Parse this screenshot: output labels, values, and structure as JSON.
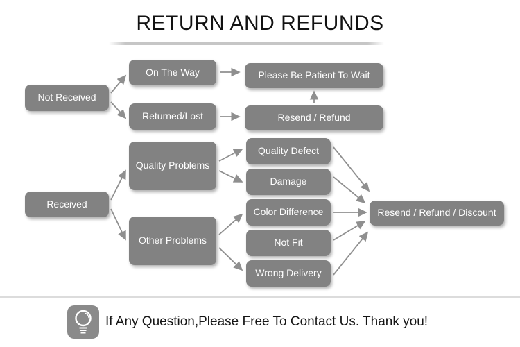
{
  "title": "RETURN AND REFUNDS",
  "colors": {
    "node_bg": "#828282",
    "node_text": "#ffffff",
    "arrow": "#8f8f8f",
    "divider": "#dcdcdc",
    "title_text": "#121212"
  },
  "flowchart": {
    "nodes": {
      "not_received": "Not Received",
      "on_the_way": "On The Way",
      "returned_lost": "Returned/Lost",
      "please_wait": "Please Be Patient To Wait",
      "resend_refund": "Resend / Refund",
      "received": "Received",
      "quality_problems": "Quality Problems",
      "other_problems": "Other Problems",
      "quality_defect": "Quality Defect",
      "damage": "Damage",
      "color_difference": "Color Difference",
      "not_fit": "Not Fit",
      "wrong_delivery": "Wrong Delivery",
      "resend_refund_discount": "Resend / Refund / Discount"
    },
    "edges": [
      {
        "from": "not_received",
        "to": "on_the_way"
      },
      {
        "from": "not_received",
        "to": "returned_lost"
      },
      {
        "from": "on_the_way",
        "to": "please_wait"
      },
      {
        "from": "returned_lost",
        "to": "resend_refund"
      },
      {
        "from": "resend_refund",
        "to": "please_wait"
      },
      {
        "from": "received",
        "to": "quality_problems"
      },
      {
        "from": "received",
        "to": "other_problems"
      },
      {
        "from": "quality_problems",
        "to": "quality_defect"
      },
      {
        "from": "quality_problems",
        "to": "damage"
      },
      {
        "from": "other_problems",
        "to": "color_difference"
      },
      {
        "from": "other_problems",
        "to": "wrong_delivery"
      },
      {
        "from": "quality_defect",
        "to": "resend_refund_discount"
      },
      {
        "from": "damage",
        "to": "resend_refund_discount"
      },
      {
        "from": "color_difference",
        "to": "resend_refund_discount"
      },
      {
        "from": "not_fit",
        "to": "resend_refund_discount"
      },
      {
        "from": "wrong_delivery",
        "to": "resend_refund_discount"
      }
    ]
  },
  "footer": {
    "icon": "lightbulb-icon",
    "message": "If Any Question,Please Free To Contact Us. Thank you!"
  }
}
